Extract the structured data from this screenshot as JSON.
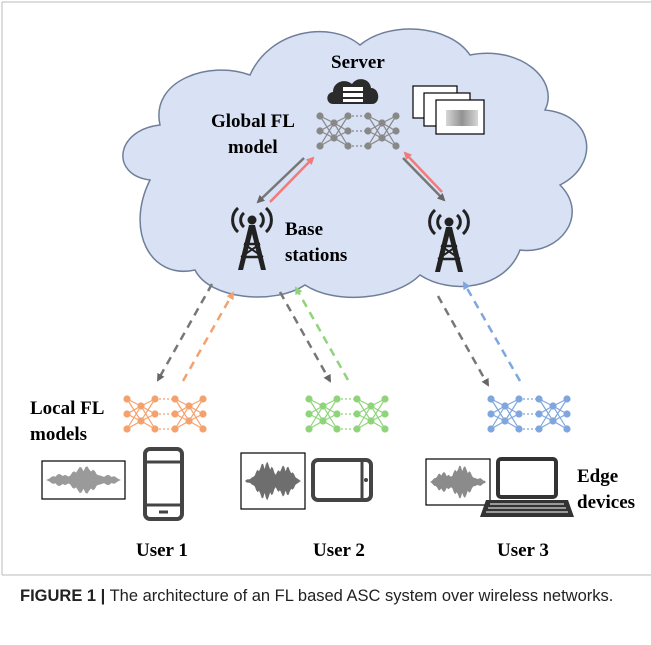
{
  "diagram": {
    "server_label": "Server",
    "global_model_label": [
      "Global FL",
      "model"
    ],
    "base_stations_label": [
      "Base",
      "stations"
    ],
    "local_models_label": [
      "Local FL",
      "models"
    ],
    "edge_devices_label": [
      "Edge",
      "devices"
    ],
    "users": [
      {
        "label": "User 1",
        "device": "smartphone-icon",
        "color": "#f5a16e"
      },
      {
        "label": "User 2",
        "device": "tablet-icon",
        "color": "#8fd47a"
      },
      {
        "label": "User 3",
        "device": "laptop-icon",
        "color": "#7fa6dd"
      }
    ],
    "colors": {
      "cloud_fill": "#d9e1f4",
      "cloud_stroke": "#6f7f9a",
      "uplink_arrow": "#f28080",
      "downlink_arrow": "#777777",
      "global_model": "#888888"
    }
  },
  "caption": {
    "prefix": "FIGURE 1 |",
    "text": " The architecture of an FL based ASC system over wireless networks."
  }
}
